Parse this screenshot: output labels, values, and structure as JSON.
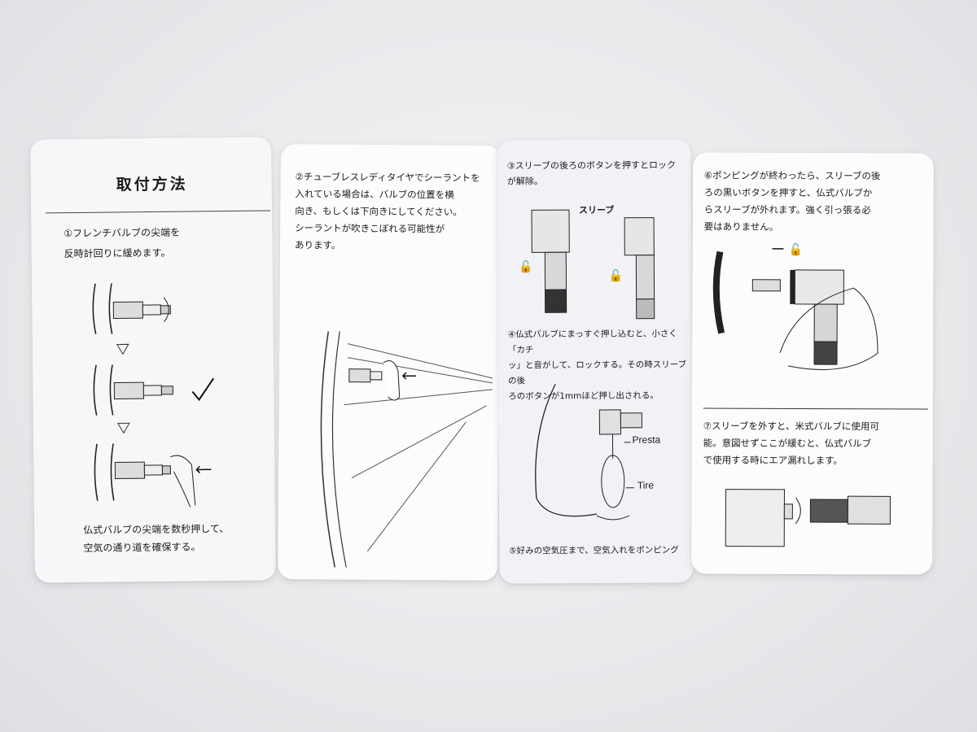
{
  "panel1": {
    "title": "取付方法",
    "step1": "①フレンチバルブの尖端を\n反時計回りに緩めます。",
    "note": "仏式バルブの尖端を数秒押して、\n空気の通り道を確保する。"
  },
  "panel2": {
    "step2": "②チューブレスレディタイヤでシーラントを\n入れている場合は、バルブの位置を横\n向き、もしくは下向きにしてください。\nシーラントが吹きこぼれる可能性が\nあります。"
  },
  "panel3": {
    "step3": "③スリーブの後ろのボタンを押すとロック\nが解除。",
    "sleeve_label": "スリーブ",
    "step4": "④仏式バルブにまっすぐ押し込むと、小さく「カチ\nッ」と音がして、ロックする。その時スリーブの後\nろのボタンが1mmほど押し出される。",
    "presta_label": "Presta",
    "tire_label": "Tire",
    "step5": "⑤好みの空気圧まで、空気入れをポンピング"
  },
  "panel4": {
    "step6": "⑥ポンピングが終わったら、スリーブの後\nろの黒いボタンを押すと、仏式バルブか\nらスリーブが外れます。強く引っ張る必\n要はありません。",
    "step7": "⑦スリーブを外すと、米式バルブに使用可\n能。意図せずここが緩むと、仏式バルブ\nで使用する時にエア漏れします。"
  }
}
